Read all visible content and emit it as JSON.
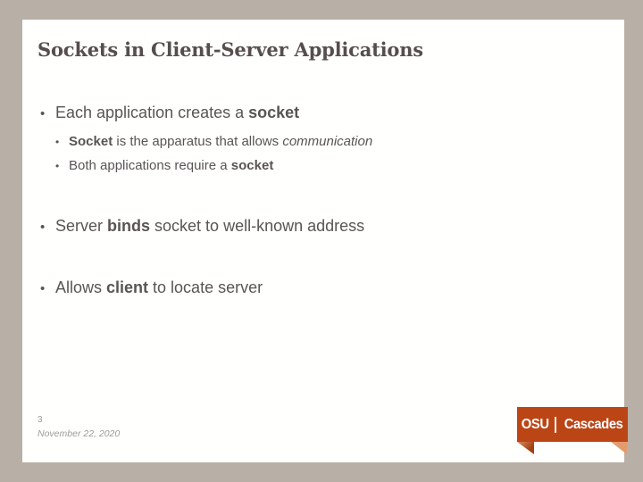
{
  "colors": {
    "frame": "#b8afa6",
    "slide_background": "#fffffe",
    "title_text": "#564e4d",
    "body_text": "#5a5454",
    "footer_text": "#9b9b9b",
    "logo_background": "#bc4516",
    "logo_text": "#ffffff",
    "logo_fold_left": "#a2410f",
    "logo_fold_right": "#e39b6e"
  },
  "slide": {
    "title": "Sockets in Client-Server Applications",
    "bullet_glyph": "•",
    "bullets": [
      {
        "level": 1,
        "runs": [
          {
            "text": "Each application creates a "
          },
          {
            "text": "socket",
            "style": "bold"
          }
        ]
      },
      {
        "level": 2,
        "runs": [
          {
            "text": "Socket",
            "style": "bold"
          },
          {
            "text": " is the apparatus that allows "
          },
          {
            "text": "communication",
            "style": "italic"
          }
        ]
      },
      {
        "level": 2,
        "runs": [
          {
            "text": "Both applications require a "
          },
          {
            "text": "socket",
            "style": "bold"
          }
        ]
      },
      {
        "level": 1,
        "runs": [
          {
            "text": "Server "
          },
          {
            "text": "binds",
            "style": "bold"
          },
          {
            "text": " socket to well-known address"
          }
        ]
      },
      {
        "level": 1,
        "runs": [
          {
            "text": "Allows "
          },
          {
            "text": "client",
            "style": "bold"
          },
          {
            "text": " to locate server"
          }
        ]
      }
    ],
    "footer": {
      "slide_number": "3",
      "date": "November 22, 2020"
    },
    "logo": {
      "org": "OSU",
      "campus": "Cascades"
    }
  }
}
